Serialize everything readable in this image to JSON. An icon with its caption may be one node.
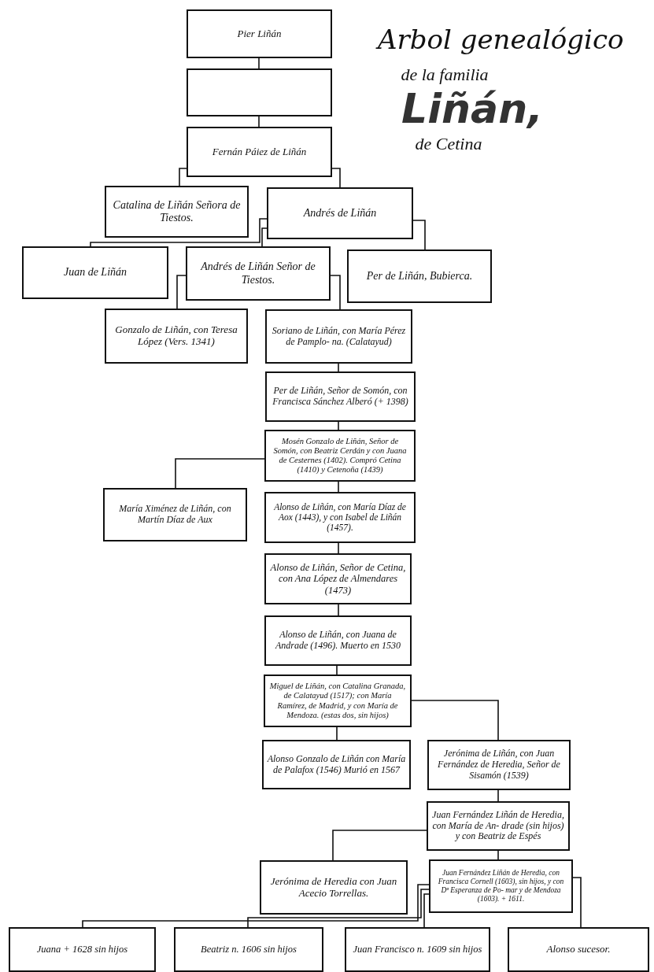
{
  "diagram": {
    "title": "Arbol genealógico",
    "nodes": [
      {
        "text": [
          "Pier Liñán"
        ]
      },
      {
        "text": [],
        "shape": "box"
      },
      {
        "text": [
          "Fernán Páiez de Liñán"
        ]
      },
      {
        "text": [
          "Catalina de Liñán Señora de Tiestos."
        ]
      },
      {
        "text": [
          "Andrés de Liñán"
        ]
      },
      {
        "text": [
          "Juan de Liñán"
        ]
      },
      {
        "text": [
          "Andrés de Liñán Señor de Tiestos."
        ]
      },
      {
        "text": [
          "Per de Liñán, Bubierca."
        ]
      },
      {
        "text": [
          "Gonzalo de Liñán, con Teresa López (Vers. 1341)"
        ]
      },
      {
        "text": [
          "Soriano de Liñán, con María Pérez de Pamplo- na. (Calatayud)"
        ]
      },
      {
        "text": [
          "Per de Liñán, Señor de Somón, con Francisca Sánchez Alberó (+ 1398)"
        ]
      },
      {
        "text": [
          "Mosén Gonzalo de Liñán, Señor de Somón, con Beatriz Cerdán y con Juana de Cesternes (1402). Compró Cetina (1410) y Cetenoña (1439)"
        ]
      },
      {
        "text": [
          "María Ximénez de Liñán, con Martín Díaz de Aux"
        ]
      },
      {
        "text": [
          "Alonso de Liñán, con María Díaz de Aox (1443), y con Isabel de Liñán (1457)."
        ]
      },
      {
        "text": [
          "Alonso de Liñán, Señor de Cetina, con Ana López de Almendares (1473)"
        ]
      },
      {
        "text": [
          "Alonso de Liñán, con Juana de Andrade (1496). Muerto en 1530"
        ]
      },
      {
        "text": [
          "Miguel de Liñán, con Catalina Granada, de Calatayud (1517); con María Ramírez, de Madrid, y con María de Mendoza. (estas dos, sin hijos)"
        ]
      },
      {
        "text": [
          "Alonso Gonzalo de Liñán con María de Palafox (1546) Murió en 1567"
        ]
      },
      {
        "text": [
          "Jerónima de Liñán, con Juan Fernández de Heredia, Señor de Sisamón (1539)"
        ]
      },
      {
        "text": [
          "Juan Fernández Liñán de Heredia, con María de An- drade (sin hijos) y con Beatriz de Espés"
        ]
      },
      {
        "text": [
          "Jerónima de Heredia con Juan Acecio Torrellas."
        ]
      },
      {
        "text": [
          "Juan Fernández Liñán de Heredia, con Francisca Cornell (1603), sin hijos, y con Dª Esperanza de Po- mar y de Mendoza (1603). + 1611."
        ]
      },
      {
        "text": [
          "Juana + 1628 sin hijos"
        ]
      },
      {
        "text": [
          "Beatriz n. 1606 sin hijos"
        ]
      },
      {
        "text": [
          "Juan Francisco n. 1609 sin hijos"
        ]
      },
      {
        "text": [
          "Alonso sucesor."
        ]
      }
    ],
    "edges": [
      {
        "from": 0,
        "to": 1,
        "arrow": "none"
      },
      {
        "from": 1,
        "to": 2,
        "arrow": "none"
      },
      {
        "from": 2,
        "to": 3,
        "arrow": "none"
      },
      {
        "from": 2,
        "to": 4,
        "arrow": "none"
      },
      {
        "from": 4,
        "to": 5,
        "arrow": "none"
      },
      {
        "from": 4,
        "to": 6,
        "arrow": "none"
      },
      {
        "from": 4,
        "to": 7,
        "arrow": "none"
      },
      {
        "from": 6,
        "to": 8,
        "arrow": "none"
      },
      {
        "from": 6,
        "to": 9,
        "arrow": "none"
      },
      {
        "from": 9,
        "to": 10,
        "arrow": "none"
      },
      {
        "from": 10,
        "to": 11,
        "arrow": "none"
      },
      {
        "from": 11,
        "to": 12,
        "arrow": "none"
      },
      {
        "from": 11,
        "to": 13,
        "arrow": "none"
      },
      {
        "from": 13,
        "to": 14,
        "arrow": "none"
      },
      {
        "from": 14,
        "to": 15,
        "arrow": "none"
      },
      {
        "from": 15,
        "to": 16,
        "arrow": "none"
      },
      {
        "from": 16,
        "to": 17,
        "arrow": "none"
      },
      {
        "from": 16,
        "to": 18,
        "arrow": "none"
      },
      {
        "from": 18,
        "to": 19,
        "arrow": "none"
      },
      {
        "from": 19,
        "to": 20,
        "arrow": "none"
      },
      {
        "from": 19,
        "to": 21,
        "arrow": "none"
      },
      {
        "from": 21,
        "to": 22,
        "arrow": "none"
      },
      {
        "from": 21,
        "to": 23,
        "arrow": "none"
      },
      {
        "from": 21,
        "to": 24,
        "arrow": "none"
      },
      {
        "from": 21,
        "to": 25,
        "arrow": "none"
      }
    ],
    "labels": [
      "de la familia",
      "Liñán,",
      "de Cetina"
    ]
  }
}
